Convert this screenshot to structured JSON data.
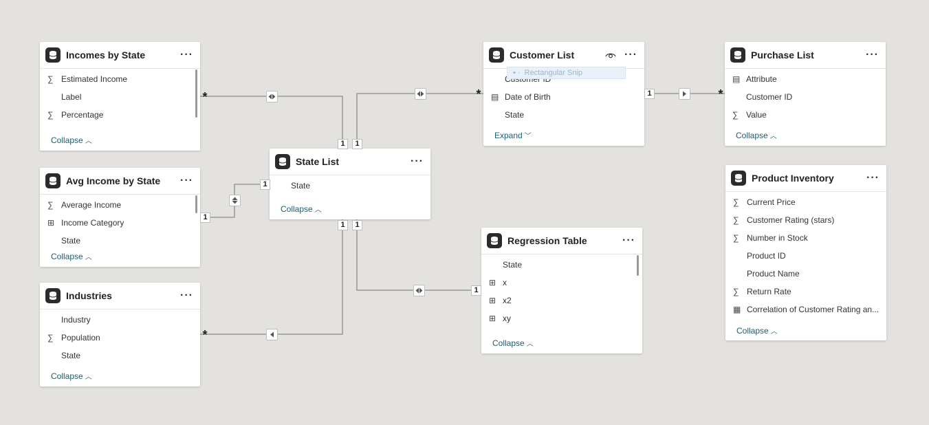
{
  "tables": {
    "incomes": {
      "title": "Incomes by State",
      "fields": [
        {
          "name": "Estimated Income",
          "icon": "sigma-icon"
        },
        {
          "name": "Label",
          "icon": ""
        },
        {
          "name": "Percentage",
          "icon": "sigma-icon"
        }
      ],
      "toggle": "Collapse"
    },
    "avg_income": {
      "title": "Avg Income by State",
      "fields": [
        {
          "name": "Average Income",
          "icon": "sigma-icon"
        },
        {
          "name": "Income Category",
          "icon": "calculated-column-icon"
        },
        {
          "name": "State",
          "icon": ""
        }
      ],
      "toggle": "Collapse"
    },
    "industries": {
      "title": "Industries",
      "fields": [
        {
          "name": "Industry",
          "icon": ""
        },
        {
          "name": "Population",
          "icon": "sigma-icon"
        },
        {
          "name": "State",
          "icon": ""
        }
      ],
      "toggle": "Collapse"
    },
    "state_list": {
      "title": "State List",
      "fields": [
        {
          "name": "State",
          "icon": ""
        }
      ],
      "toggle": "Collapse"
    },
    "customer_list": {
      "title": "Customer List",
      "fields": [
        {
          "name": "Customer ID",
          "icon": ""
        },
        {
          "name": "Date of Birth",
          "icon": "calendar-icon"
        },
        {
          "name": "State",
          "icon": ""
        }
      ],
      "toggle": "Expand"
    },
    "purchase_list": {
      "title": "Purchase List",
      "fields": [
        {
          "name": "Attribute",
          "icon": "calendar-icon"
        },
        {
          "name": "Customer ID",
          "icon": ""
        },
        {
          "name": "Value",
          "icon": "sigma-icon"
        }
      ],
      "toggle": "Collapse"
    },
    "product_inventory": {
      "title": "Product Inventory",
      "fields": [
        {
          "name": "Current Price",
          "icon": "sigma-icon"
        },
        {
          "name": "Customer Rating (stars)",
          "icon": "sigma-icon"
        },
        {
          "name": "Number in Stock",
          "icon": "sigma-icon"
        },
        {
          "name": "Product ID",
          "icon": ""
        },
        {
          "name": "Product Name",
          "icon": ""
        },
        {
          "name": "Return Rate",
          "icon": "sigma-icon"
        },
        {
          "name": "Correlation of Customer Rating an...",
          "icon": "calculator-icon"
        }
      ],
      "toggle": "Collapse"
    },
    "regression": {
      "title": "Regression Table",
      "fields": [
        {
          "name": "State",
          "icon": ""
        },
        {
          "name": "x",
          "icon": "calculated-column-icon"
        },
        {
          "name": "x2",
          "icon": "calculated-column-icon"
        },
        {
          "name": "xy",
          "icon": "calculated-column-icon"
        }
      ],
      "toggle": "Collapse"
    }
  },
  "overlay": {
    "snip_label": "Rectangular Snip"
  },
  "cardinality": {
    "one": "1",
    "many": "*"
  },
  "relationships": [
    {
      "from": "Incomes by State",
      "to": "State List",
      "from_card": "*",
      "to_card": "1",
      "direction": "both"
    },
    {
      "from": "Avg Income by State",
      "to": "State List",
      "from_card": "1",
      "to_card": "1",
      "direction": "both"
    },
    {
      "from": "Industries",
      "to": "State List",
      "from_card": "*",
      "to_card": "1",
      "direction": "single"
    },
    {
      "from": "State List",
      "to": "Customer List",
      "from_card": "1",
      "to_card": "*",
      "direction": "both"
    },
    {
      "from": "State List",
      "to": "Regression Table",
      "from_card": "1",
      "to_card": "1",
      "direction": "both"
    },
    {
      "from": "Customer List",
      "to": "Purchase List",
      "from_card": "1",
      "to_card": "*",
      "direction": "single"
    }
  ],
  "colors": {
    "canvas": "#e4e2df",
    "link": "#1b5e6f",
    "line": "#8a8a8a"
  }
}
